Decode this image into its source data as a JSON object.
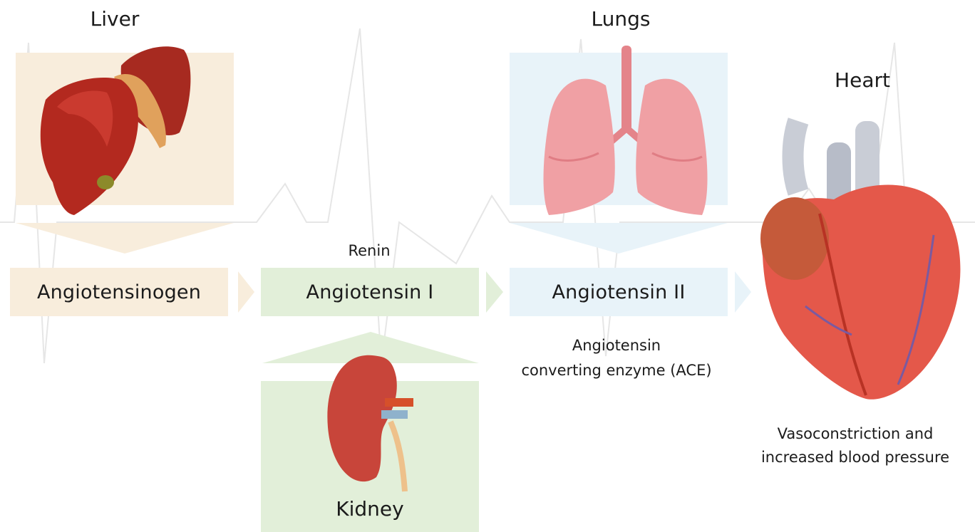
{
  "organs": {
    "liver": {
      "label": "Liver",
      "icon": "liver-icon"
    },
    "lungs": {
      "label": "Lungs",
      "icon": "lungs-icon"
    },
    "heart": {
      "label": "Heart",
      "icon": "heart-icon"
    },
    "kidney": {
      "label": "Kidney",
      "icon": "kidney-icon"
    }
  },
  "pathway": {
    "step1": "Angiotensinogen",
    "step2": "Angiotensin I",
    "step3": "Angiotensin II"
  },
  "enzymes": {
    "renin": "Renin",
    "ace_line1": "Angiotensin",
    "ace_line2": "converting enzyme (ACE)"
  },
  "outcome": {
    "line1": "Vasoconstriction and",
    "line2": "increased blood pressure"
  },
  "colors": {
    "liver_panel": "#f8eddc",
    "kidney_panel": "#e2efd9",
    "lungs_panel": "#e8f3f9",
    "ecg_line": "#ececec"
  }
}
